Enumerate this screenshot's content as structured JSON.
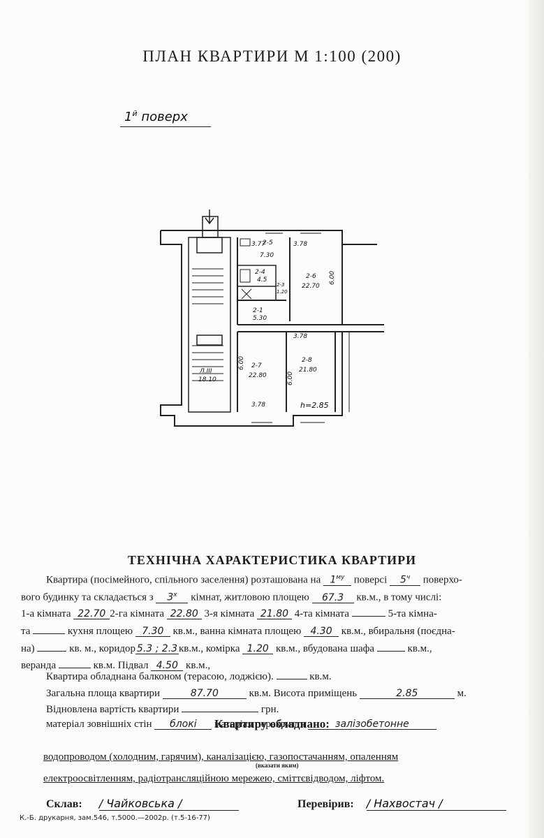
{
  "title": "ПЛАН  КВАРТИРИ  М 1:100 (200)",
  "floor_note": {
    "num": "1",
    "sup": "й",
    "word": "поверх"
  },
  "plan": {
    "dims": {
      "d1": "3.77",
      "d2": "3.78",
      "d3": "3.78",
      "d4": "3.78",
      "d5": "6.00",
      "d6": "6.00",
      "d7": "6.00"
    },
    "height": "h=2.85",
    "rooms": [
      {
        "id": "2-5",
        "area": "7.30"
      },
      {
        "id": "2-4",
        "area": "4.5"
      },
      {
        "id": "2-3",
        "area": "1.20"
      },
      {
        "id": "2-1",
        "area": "5.30"
      },
      {
        "id": "2-6",
        "area": "22.70"
      },
      {
        "id": "2-7",
        "area": "22.80"
      },
      {
        "id": "2-8",
        "area": "21.80"
      },
      {
        "id": "Л.III",
        "area": "18.10"
      }
    ]
  },
  "tech": {
    "heading": "ТЕХНІЧНА ХАРАКТЕРИСТИКА КВАРТИРИ",
    "l1a": "Квартира (посімейного, спільного заселення) розташована на",
    "floor_val": "1",
    "floor_sup": "му",
    "l1b": "поверсі",
    "storeys_val": "5",
    "storeys_sup": "ч",
    "l1c": "поверхо-",
    "l2a": "вого будинку та складається з",
    "rooms_val": "3",
    "rooms_sup": "х",
    "l2b": "кімнат, житловою площею",
    "living_val": "67.3",
    "l2c": "кв.м., в тому числі:",
    "l3a": "1-а кімната",
    "room1": "22.70",
    "l3b": "2-га кімната",
    "room2": "22.80",
    "l3c": "3-я кімната",
    "room3": "21.80",
    "l3d": "4-та кімната",
    "l3e": "5-та кімна-",
    "l4a": "та",
    "l4b": "кухня площею",
    "kitchen": "7.30",
    "l4c": "кв.м., ванна кімната площею",
    "bath": "4.30",
    "l4d": "кв.м., вбиральня (поєдна-",
    "l5a": "на)",
    "l5b": "кв. м., коридор",
    "corridor": "5.3 ; 2.3",
    "l5c": "кв.м., комірка",
    "closet": "1.20",
    "l5d": "кв.м., вбудована шафа",
    "l5e": "кв.м.,",
    "l6a": "веранда",
    "l6b": "кв.м. Підвал",
    "basement": "4.50",
    "l6c": "кв.м.,",
    "l7a": "Квартира обладнана балконом (терасою, лоджією).",
    "l7b": "кв.м.",
    "l8a": "Загальна площа квартири",
    "total": "87.70",
    "l8b": "кв.м. Висота приміщень",
    "height": "2.85",
    "l8c": "м.",
    "l9a": "Відновлена вартість квартири",
    "l9b": "грн.",
    "l10a": "матеріал зовнішніх стін",
    "walls": "блокі",
    "l10b": "матеріал перекриття",
    "floors": "залізобетонне"
  },
  "equipped": {
    "heading": "Квартиру обладнано:",
    "line1": "водопроводом (холодним, гарячим), каналізацією, газопостачанням, опаленням",
    "note": "(вказати яким)",
    "line2": "електроосвітленням, радіотрансляційною мережею, сміттєвідводом, ліфтом."
  },
  "signatures": {
    "compiled_label": "Склав:",
    "compiled_name": "/ Чайковська /",
    "checked_label": "Перевірив:",
    "checked_name": "/ Нахвостач /"
  },
  "printer": "К.-Б. друкарня, зам.546, т.5000.—2002р. (т.5-16-77)"
}
